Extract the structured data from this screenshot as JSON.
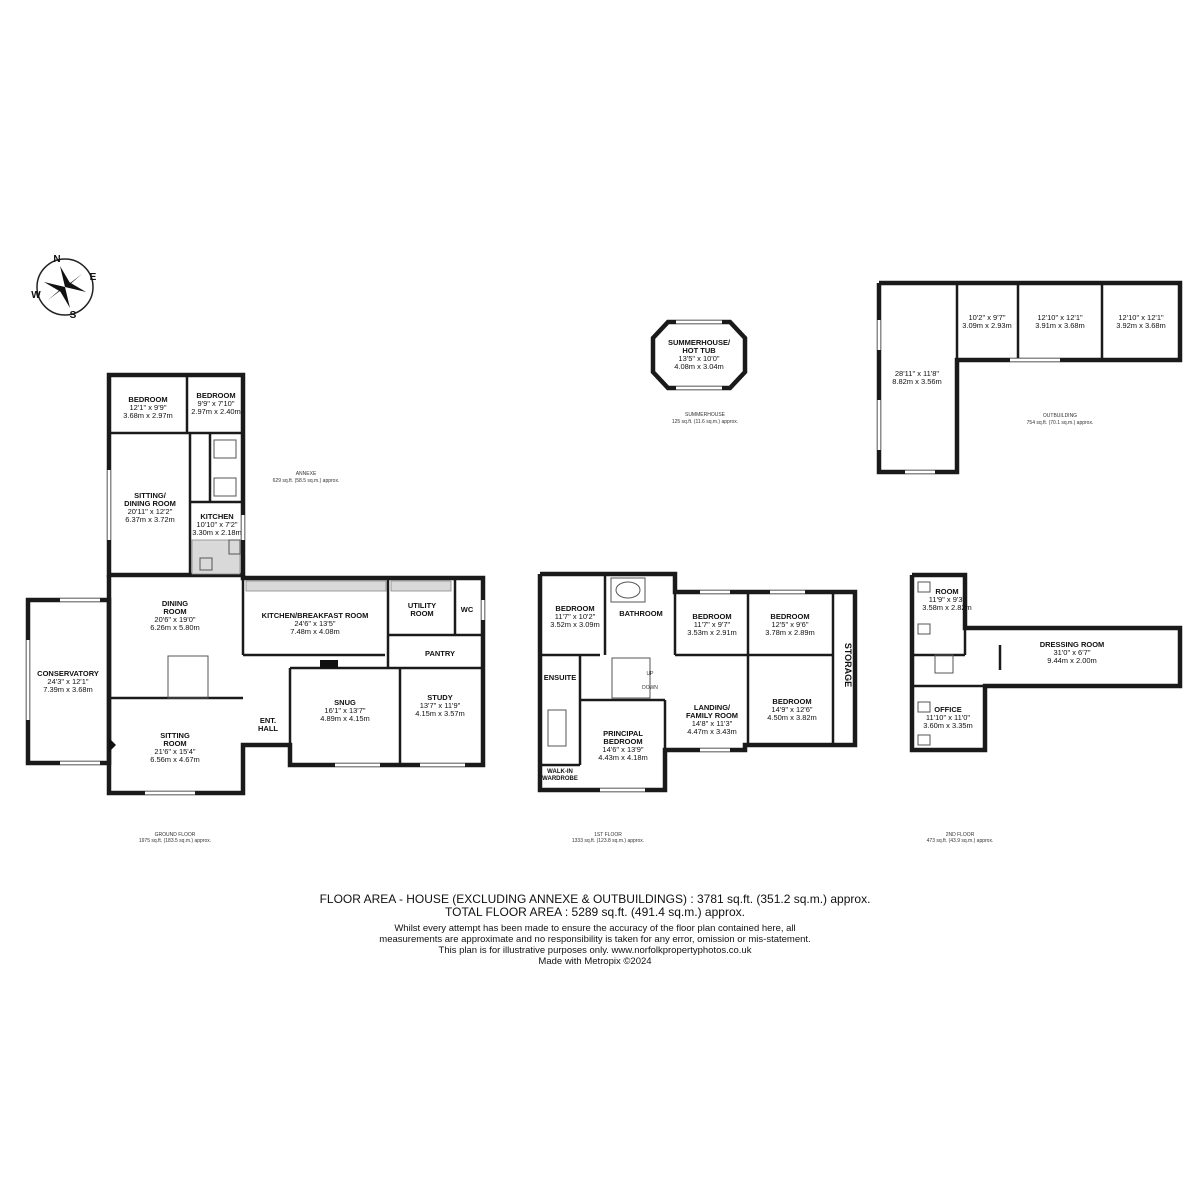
{
  "compass": {
    "n": "N",
    "e": "E",
    "s": "S",
    "w": "W",
    "icon": "compass-rose-icon"
  },
  "rooms": {
    "annexe_bedroom_1": {
      "name": "BEDROOM",
      "imperial": "12'1\" x 9'9\"",
      "metric": "3.68m x 2.97m"
    },
    "annexe_bedroom_2": {
      "name": "BEDROOM",
      "imperial": "9'9\" x 7'10\"",
      "metric": "2.97m x 2.40m"
    },
    "annexe_sitting_1": {
      "name": "SITTING/",
      "imperial": "20'11\" x 12'2\"",
      "metric": "6.37m x 3.72m"
    },
    "annexe_sitting_2": {
      "name": "DINING ROOM"
    },
    "annexe_kitchen": {
      "name": "KITCHEN",
      "imperial": "10'10\" x 7'2\"",
      "metric": "3.30m x 2.18m"
    },
    "dining": {
      "name": "DINING",
      "name2": "ROOM",
      "imperial": "20'6\" x 19'0\"",
      "metric": "6.26m x 5.80m"
    },
    "conservatory": {
      "name": "CONSERVATORY",
      "imperial": "24'3\" x 12'1\"",
      "metric": "7.39m x 3.68m"
    },
    "sitting": {
      "name": "SITTING",
      "name2": "ROOM",
      "imperial": "21'6\" x 15'4\"",
      "metric": "6.56m x 4.67m"
    },
    "kitchen": {
      "name": "KITCHEN/BREAKFAST ROOM",
      "imperial": "24'6\" x 13'5\"",
      "metric": "7.48m x 4.08m"
    },
    "utility": {
      "name": "UTILITY",
      "name2": "ROOM"
    },
    "wc": {
      "name": "WC"
    },
    "pantry": {
      "name": "PANTRY"
    },
    "snug": {
      "name": "SNUG",
      "imperial": "16'1\" x 13'7\"",
      "metric": "4.89m x 4.15m"
    },
    "study": {
      "name": "STUDY",
      "imperial": "13'7\" x 11'9\"",
      "metric": "4.15m x 3.57m"
    },
    "ent_hall": {
      "name": "ENT.",
      "name2": "HALL"
    },
    "f1_bedroom_a": {
      "name": "BEDROOM",
      "imperial": "11'7\" x 10'2\"",
      "metric": "3.52m x 3.09m"
    },
    "f1_bathroom": {
      "name": "BATHROOM"
    },
    "f1_bedroom_b": {
      "name": "BEDROOM",
      "imperial": "11'7\" x 9'7\"",
      "metric": "3.53m x 2.91m"
    },
    "f1_bedroom_c": {
      "name": "BEDROOM",
      "imperial": "12'5\" x 9'6\"",
      "metric": "3.78m x 2.89m"
    },
    "f1_storage": {
      "name": "STORAGE"
    },
    "f1_ensuite": {
      "name": "ENSUITE"
    },
    "f1_principal": {
      "name": "PRINCIPAL",
      "name2": "BEDROOM",
      "imperial": "14'6\" x 13'9\"",
      "metric": "4.43m x 4.18m"
    },
    "f1_landing": {
      "name": "LANDING/",
      "name2": "FAMILY ROOM",
      "imperial": "14'8\" x 11'3\"",
      "metric": "4.47m x 3.43m"
    },
    "f1_bedroom_d": {
      "name": "BEDROOM",
      "imperial": "14'9\" x 12'6\"",
      "metric": "4.50m x 3.82m"
    },
    "f1_walkin": {
      "name": "WALK-IN",
      "name2": "WARDROBE"
    },
    "f2_room": {
      "name": "ROOM",
      "imperial": "11'9\" x 9'3\"",
      "metric": "3.58m x 2.82m"
    },
    "f2_dressing": {
      "name": "DRESSING ROOM",
      "imperial": "31'0\" x 6'7\"",
      "metric": "9.44m x 2.00m"
    },
    "f2_office": {
      "name": "OFFICE",
      "imperial": "11'10\" x 11'0\"",
      "metric": "3.60m x 3.35m"
    },
    "summerhouse": {
      "name": "SUMMERHOUSE/",
      "name2": "HOT TUB",
      "imperial": "13'5\" x 10'0\"",
      "metric": "4.08m x 3.04m"
    },
    "out_1": {
      "imperial": "28'11\" x 11'8\"",
      "metric": "8.82m x 3.56m"
    },
    "out_2": {
      "imperial": "10'2\" x 9'7\"",
      "metric": "3.09m x 2.93m"
    },
    "out_3": {
      "imperial": "12'10\" x 12'1\"",
      "metric": "3.91m x 3.68m"
    },
    "out_4": {
      "imperial": "12'10\" x 12'1\"",
      "metric": "3.92m x 3.68m"
    }
  },
  "captions": {
    "annexe": "ANNEXE",
    "annexe_area": "629 sq.ft. (58.5 sq.m.) approx.",
    "summerhouse": "SUMMERHOUSE",
    "summerhouse_area": "125 sq.ft. (11.6 sq.m.) approx.",
    "outbuilding": "OUTBUILDING",
    "outbuilding_area": "754 sq.ft. (70.1 sq.m.) approx.",
    "ground": "GROUND FLOOR",
    "ground_area": "1975 sq.ft. (183.5 sq.m.) approx.",
    "first": "1ST FLOOR",
    "first_area": "1333 sq.ft. (123.8 sq.m.) approx.",
    "second": "2ND FLOOR",
    "second_area": "473 sq.ft. (43.9 sq.m.) approx.",
    "stairs_up": "UP",
    "stairs_down": "DOWN"
  },
  "footer": {
    "floor_area": "FLOOR AREA - HOUSE (EXCLUDING ANNEXE & OUTBUILDINGS) : 3781 sq.ft. (351.2 sq.m.) approx.",
    "total_area": "TOTAL FLOOR AREA : 5289 sq.ft. (491.4 sq.m.) approx.",
    "disclaimer_1": "Whilst every attempt has been made to ensure the accuracy of the floor plan contained here, all",
    "disclaimer_2": "measurements are approximate and no responsibility is taken for any error, omission or mis-statement.",
    "disclaimer_3": "This plan is for illustrative purposes only. www.norfolkpropertyphotos.co.uk",
    "made_with": "Made with Metropix ©2024"
  }
}
